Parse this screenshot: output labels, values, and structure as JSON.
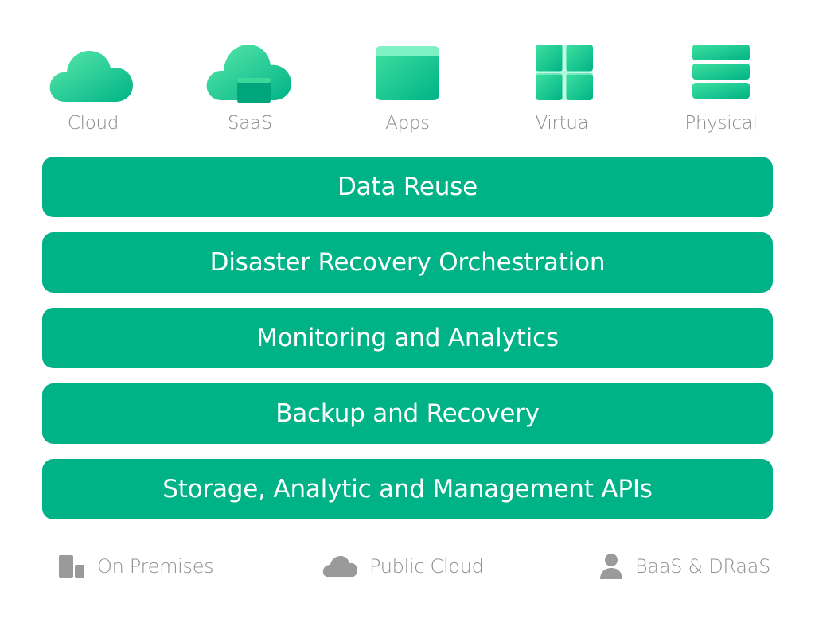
{
  "sources": [
    {
      "label": "Cloud",
      "icon": "cloud-icon"
    },
    {
      "label": "SaaS",
      "icon": "saas-cloud-icon"
    },
    {
      "label": "Apps",
      "icon": "app-window-icon"
    },
    {
      "label": "Virtual",
      "icon": "virtual-grid-icon"
    },
    {
      "label": "Physical",
      "icon": "server-stack-icon"
    }
  ],
  "layers": [
    {
      "label": "Data Reuse"
    },
    {
      "label": "Disaster Recovery Orchestration"
    },
    {
      "label": "Monitoring and Analytics"
    },
    {
      "label": "Backup and Recovery"
    },
    {
      "label": "Storage, Analytic and Management APIs"
    }
  ],
  "deployments": [
    {
      "label": "On Premises",
      "icon": "building-icon"
    },
    {
      "label": "Public Cloud",
      "icon": "cloud-icon"
    },
    {
      "label": "BaaS & DRaaS",
      "icon": "person-icon"
    }
  ],
  "colors": {
    "accent": "#00b386",
    "icon_gradient_light": "#4be3a4",
    "icon_gradient_dark": "#00b386",
    "muted_text": "#8a8a8a",
    "muted_icon": "#9a9a9a"
  }
}
